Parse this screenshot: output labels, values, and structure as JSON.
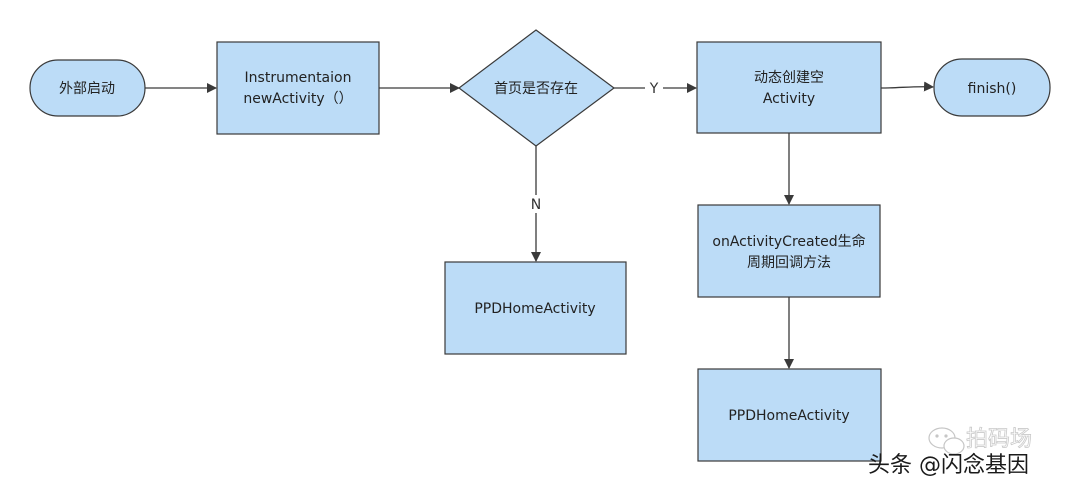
{
  "diagram": {
    "nodes": {
      "start": {
        "label": "外部启动"
      },
      "instr": {
        "line1": "Instrumentaion",
        "line2": "newActivity（）"
      },
      "check": {
        "label": "首页是否存在"
      },
      "create": {
        "line1": "动态创建空",
        "line2": "Activity"
      },
      "finish": {
        "label": "finish()"
      },
      "home_no": {
        "label": "PPDHomeActivity"
      },
      "lifecycle": {
        "line1": "onActivityCreated生命",
        "line2": "周期回调方法"
      },
      "home_final": {
        "label": "PPDHomeActivity"
      }
    },
    "edges": {
      "yes_label": "Y",
      "no_label": "N"
    }
  },
  "watermark": {
    "text": "拍码场"
  },
  "credit": {
    "text": "头条 @闪念基因"
  },
  "colors": {
    "node_fill": "#bcdcf7",
    "node_stroke": "#3a3a3a",
    "edge": "#3a3a3a"
  }
}
